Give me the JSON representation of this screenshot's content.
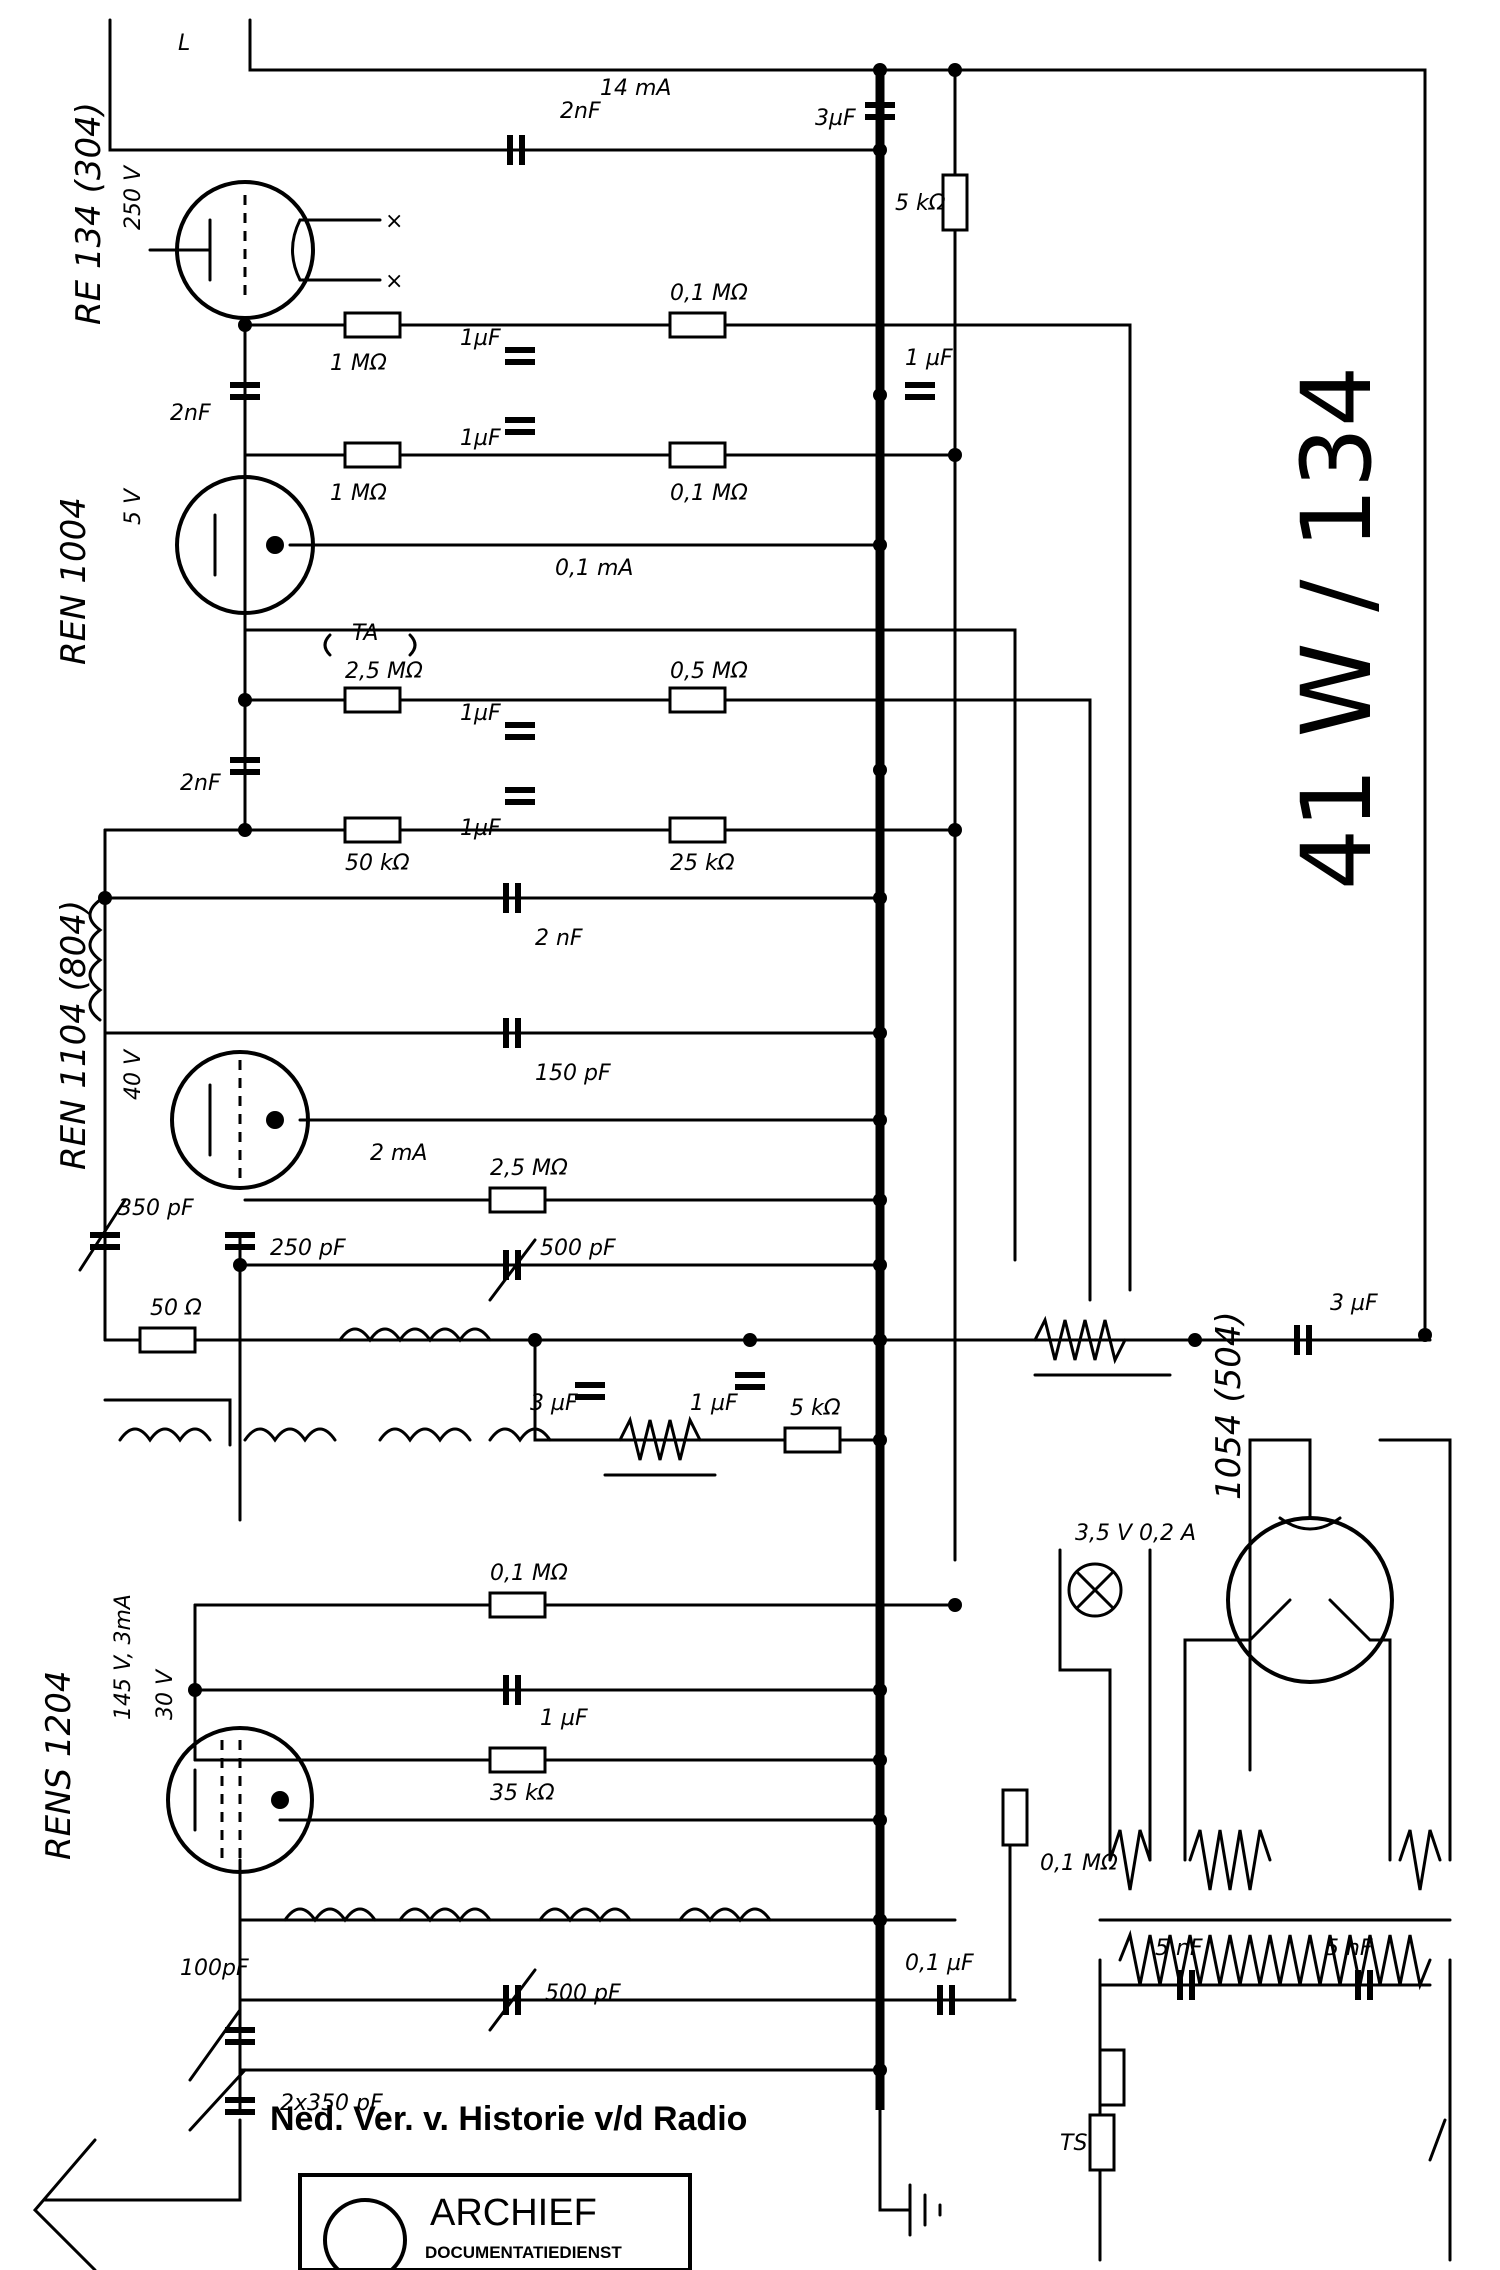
{
  "model": "41 W / 134",
  "tubes": {
    "t1": {
      "type": "RE 134 (304)",
      "voltage": "250 V"
    },
    "t2": {
      "type": "REN 1004",
      "voltage": "5 V"
    },
    "t3": {
      "type": "REN 1104 (804)",
      "voltage": "40 V"
    },
    "t4": {
      "type": "RENS 1204",
      "voltage": "145 V, 3mA",
      "voltage2": "30 V"
    },
    "rect": {
      "type": "1054 (504)"
    }
  },
  "labels": {
    "top_l": "L",
    "c_2nF_top": "2nF",
    "c_3uF_top": "3µF",
    "current_14mA": "14 mA",
    "r_5k_top": "5 kΩ",
    "c_2nF_t1": "2nF",
    "r_1M_a": "1 MΩ",
    "c_1uF_a": "1µF",
    "c_1uF_b": "1µF",
    "r_01M_a": "0,1 MΩ",
    "c_1uF_bus": "1 µF",
    "r_1M_b": "1 MΩ",
    "r_01M_b": "0,1 MΩ",
    "current_01mA": "0,1 mA",
    "ta": "TA",
    "r_25M": "2,5 MΩ",
    "r_05M": "0,5 MΩ",
    "c_2nF_t2": "2nF",
    "r_50k": "50 kΩ",
    "c_1uF_c": "1µF",
    "c_1uF_d": "1µF",
    "r_25k": "25 kΩ",
    "c_2nF_mid": "2 nF",
    "c_150pF": "150 pF",
    "current_2mA": "2 mA",
    "c_350pF": "350 pF",
    "c_250pF": "250 pF",
    "r_25M_b": "2,5 MΩ",
    "c_500pF_a": "500 pF",
    "r_50ohm": "50 Ω",
    "c_3uF_mid": "3 µF",
    "c_1uF_e": "1 µF",
    "r_5k_mid": "5 kΩ",
    "c_3uF_right": "3 µF",
    "lamp": "3,5 V 0,2 A",
    "r_01M_c": "0,1 MΩ",
    "c_1uF_f": "1 µF",
    "r_35k": "35 kΩ",
    "c_500pF_b": "500 pF",
    "c_01uF": "0,1 µF",
    "r_01M_d": "0,1 MΩ",
    "c_100pF": "100pF",
    "c_2x350pF": "2x350 pF",
    "c_5nF_a": "5 nF",
    "c_5nF_b": "5 nF",
    "ts": "TS"
  },
  "footer": {
    "society": "Ned. Ver. v. Historie v/d Radio",
    "stamp_title": "ARCHIEF",
    "stamp_sub": "DOCUMENTATIEDIENST"
  }
}
